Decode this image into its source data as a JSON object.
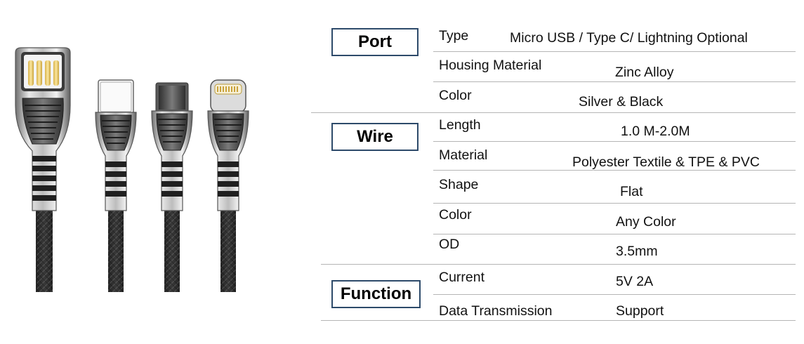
{
  "sections": {
    "port": "Port",
    "wire": "Wire",
    "function": "Function"
  },
  "rows": [
    {
      "key": "Type",
      "value": "Micro USB / Type C/ Lightning  Optional"
    },
    {
      "key": "Housing Material",
      "value": "Zinc Alloy"
    },
    {
      "key": "Color",
      "value": "Silver & Black"
    },
    {
      "key": "Length",
      "value": "1.0 M-2.0M"
    },
    {
      "key": "Material",
      "value": "Polyester Textile & TPE & PVC"
    },
    {
      "key": "Shape",
      "value": "Flat"
    },
    {
      "key": "Color",
      "value": "Any Color"
    },
    {
      "key": "OD",
      "value": "3.5mm"
    },
    {
      "key": "Current",
      "value": "5V 2A"
    },
    {
      "key": "Data Transmission",
      "value": "Support"
    }
  ],
  "product_image": {
    "connectors": [
      "usb-a",
      "type-c",
      "micro-usb",
      "lightning"
    ],
    "colors": {
      "metal": "#c9c9c9",
      "grip": "#555555",
      "braid": "#2a2a2a"
    }
  }
}
